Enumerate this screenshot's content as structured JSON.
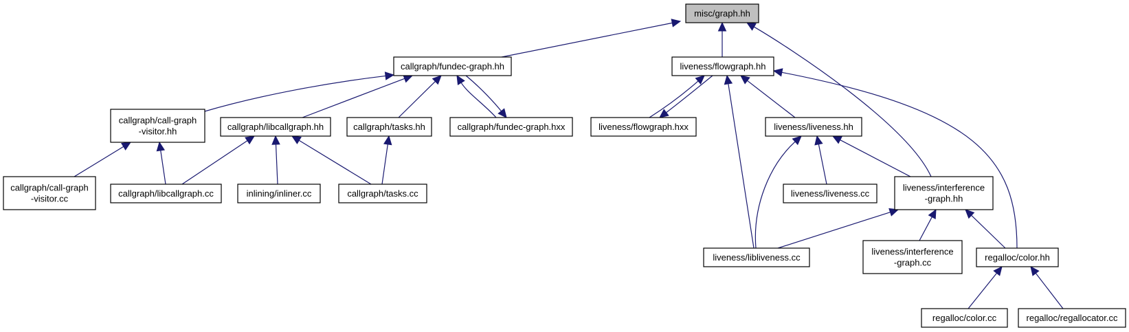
{
  "graph": {
    "nodes": [
      {
        "id": "n0",
        "lines": [
          "misc/graph.hh"
        ],
        "root": true
      },
      {
        "id": "n1",
        "lines": [
          "callgraph/fundec-graph.hh"
        ]
      },
      {
        "id": "n2",
        "lines": [
          "liveness/flowgraph.hh"
        ]
      },
      {
        "id": "n3",
        "lines": [
          "callgraph/call-graph",
          "-visitor.hh"
        ]
      },
      {
        "id": "n4",
        "lines": [
          "callgraph/libcallgraph.hh"
        ]
      },
      {
        "id": "n5",
        "lines": [
          "callgraph/tasks.hh"
        ]
      },
      {
        "id": "n6",
        "lines": [
          "callgraph/fundec-graph.hxx"
        ]
      },
      {
        "id": "n7",
        "lines": [
          "liveness/flowgraph.hxx"
        ]
      },
      {
        "id": "n8",
        "lines": [
          "liveness/liveness.hh"
        ]
      },
      {
        "id": "n9",
        "lines": [
          "callgraph/call-graph",
          "-visitor.cc"
        ]
      },
      {
        "id": "n10",
        "lines": [
          "callgraph/libcallgraph.cc"
        ]
      },
      {
        "id": "n11",
        "lines": [
          "inlining/inliner.cc"
        ]
      },
      {
        "id": "n12",
        "lines": [
          "callgraph/tasks.cc"
        ]
      },
      {
        "id": "n13",
        "lines": [
          "liveness/liveness.cc"
        ]
      },
      {
        "id": "n14",
        "lines": [
          "liveness/interference",
          "-graph.hh"
        ]
      },
      {
        "id": "n15",
        "lines": [
          "liveness/libliveness.cc"
        ]
      },
      {
        "id": "n16",
        "lines": [
          "liveness/interference",
          "-graph.cc"
        ]
      },
      {
        "id": "n17",
        "lines": [
          "regalloc/color.hh"
        ]
      },
      {
        "id": "n18",
        "lines": [
          "regalloc/color.cc"
        ]
      },
      {
        "id": "n19",
        "lines": [
          "regalloc/regallocator.cc"
        ]
      }
    ],
    "edges": [
      {
        "from": "n1",
        "to": "n0"
      },
      {
        "from": "n2",
        "to": "n0"
      },
      {
        "from": "n14",
        "to": "n0"
      },
      {
        "from": "n3",
        "to": "n1"
      },
      {
        "from": "n4",
        "to": "n1"
      },
      {
        "from": "n5",
        "to": "n1"
      },
      {
        "from": "n6",
        "to": "n1"
      },
      {
        "from": "n1",
        "to": "n6"
      },
      {
        "from": "n7",
        "to": "n2"
      },
      {
        "from": "n2",
        "to": "n7"
      },
      {
        "from": "n8",
        "to": "n2"
      },
      {
        "from": "n15",
        "to": "n2"
      },
      {
        "from": "n17",
        "to": "n2"
      },
      {
        "from": "n9",
        "to": "n3"
      },
      {
        "from": "n10",
        "to": "n3"
      },
      {
        "from": "n10",
        "to": "n4"
      },
      {
        "from": "n11",
        "to": "n4"
      },
      {
        "from": "n12",
        "to": "n4"
      },
      {
        "from": "n12",
        "to": "n5"
      },
      {
        "from": "n15",
        "to": "n8"
      },
      {
        "from": "n13",
        "to": "n8"
      },
      {
        "from": "n14",
        "to": "n8"
      },
      {
        "from": "n15",
        "to": "n14"
      },
      {
        "from": "n16",
        "to": "n14"
      },
      {
        "from": "n17",
        "to": "n14"
      },
      {
        "from": "n18",
        "to": "n17"
      },
      {
        "from": "n19",
        "to": "n17"
      }
    ],
    "colors": {
      "edge": "#191970",
      "node_border": "#000000",
      "node_fill": "#ffffff",
      "root_fill": "#bfbfbf"
    }
  }
}
